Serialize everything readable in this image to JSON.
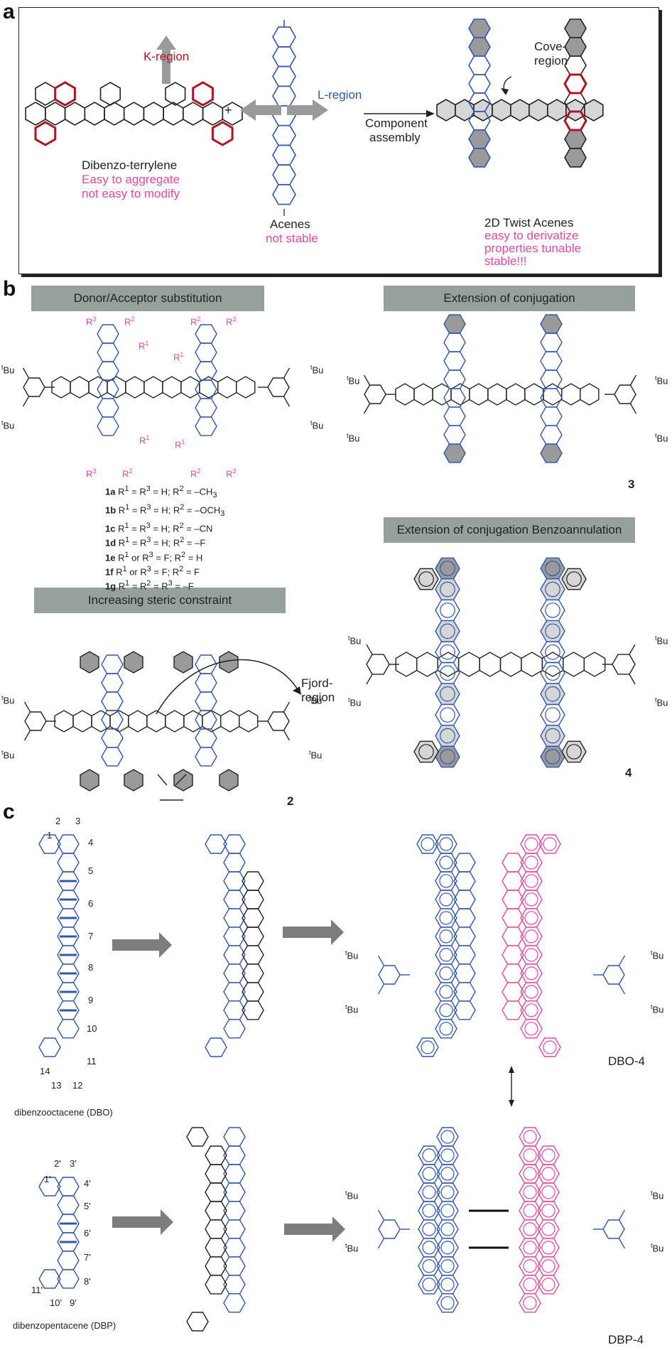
{
  "panels": {
    "a": {
      "label": "a",
      "k_region": "K-region",
      "dibenzo": "Dibenzo-terrylene",
      "dibenzo_note1": "Easy to aggregate",
      "dibenzo_note2": "not easy to modify",
      "plus": "+",
      "l_region": "L-region",
      "acenes": "Acenes",
      "acenes_note": "not stable",
      "component1": "Component",
      "component2": "assembly",
      "cove1": "Cove-",
      "cove2": "region",
      "twist": "2D Twist Acenes",
      "twist_note1": "easy to derivatize",
      "twist_note2": "properties tunable",
      "twist_note3": "stable!!!"
    },
    "b": {
      "label": "b",
      "banner_donor": "Donor/Acceptor substitution",
      "banner_ext": "Extension of conjugation",
      "banner_steric": "Increasing steric constraint",
      "banner_benzo": "Extension of conjugation Benzoannulation",
      "r1": "R1",
      "r2": "R2",
      "r3": "R3",
      "subs": [
        {
          "id": "1a",
          "text": "R1 = R3 = H; R2 = –CH3"
        },
        {
          "id": "1b",
          "text": "R1 = R3 = H; R2 = –OCH3"
        },
        {
          "id": "1c",
          "text": "R1 = R3 = H; R2 = –CN"
        },
        {
          "id": "1d",
          "text": "R1 = R3 = H; R2 = –F"
        },
        {
          "id": "1e",
          "text": "R1 or R3 = F; R2 = H"
        },
        {
          "id": "1f",
          "text": "R1 or R3 = F; R2 = F"
        },
        {
          "id": "1g",
          "text": "R1 = R2 = R3 = –F"
        }
      ],
      "tbu": "Bu",
      "tbu_sup": "t",
      "fjord1": "Fjord-",
      "fjord2": "region",
      "compound2": "2",
      "compound3": "3",
      "compound4": "4"
    },
    "c": {
      "label": "c",
      "dbo_nums": [
        "1",
        "2",
        "3",
        "4",
        "5",
        "6",
        "7",
        "8",
        "9",
        "10",
        "11",
        "12",
        "13",
        "14"
      ],
      "dbo_name": "dibenzooctacene (DBO)",
      "dbp_nums": [
        "1'",
        "2'",
        "3'",
        "4'",
        "5'",
        "6'",
        "7'",
        "8'",
        "9'",
        "10'",
        "11'"
      ],
      "dbp_name": "dibenzopentacene (DBP)",
      "dbo4": "DBO-4",
      "dbp4": "DBP-4",
      "arrow_both": "↕"
    }
  },
  "colors": {
    "blue": "#2f56b0",
    "pink": "#e8489a",
    "red": "#b0151f",
    "banner": "#96a19c",
    "dark_ring": "#9a9a9a",
    "light_ring": "#d6d6d6"
  }
}
